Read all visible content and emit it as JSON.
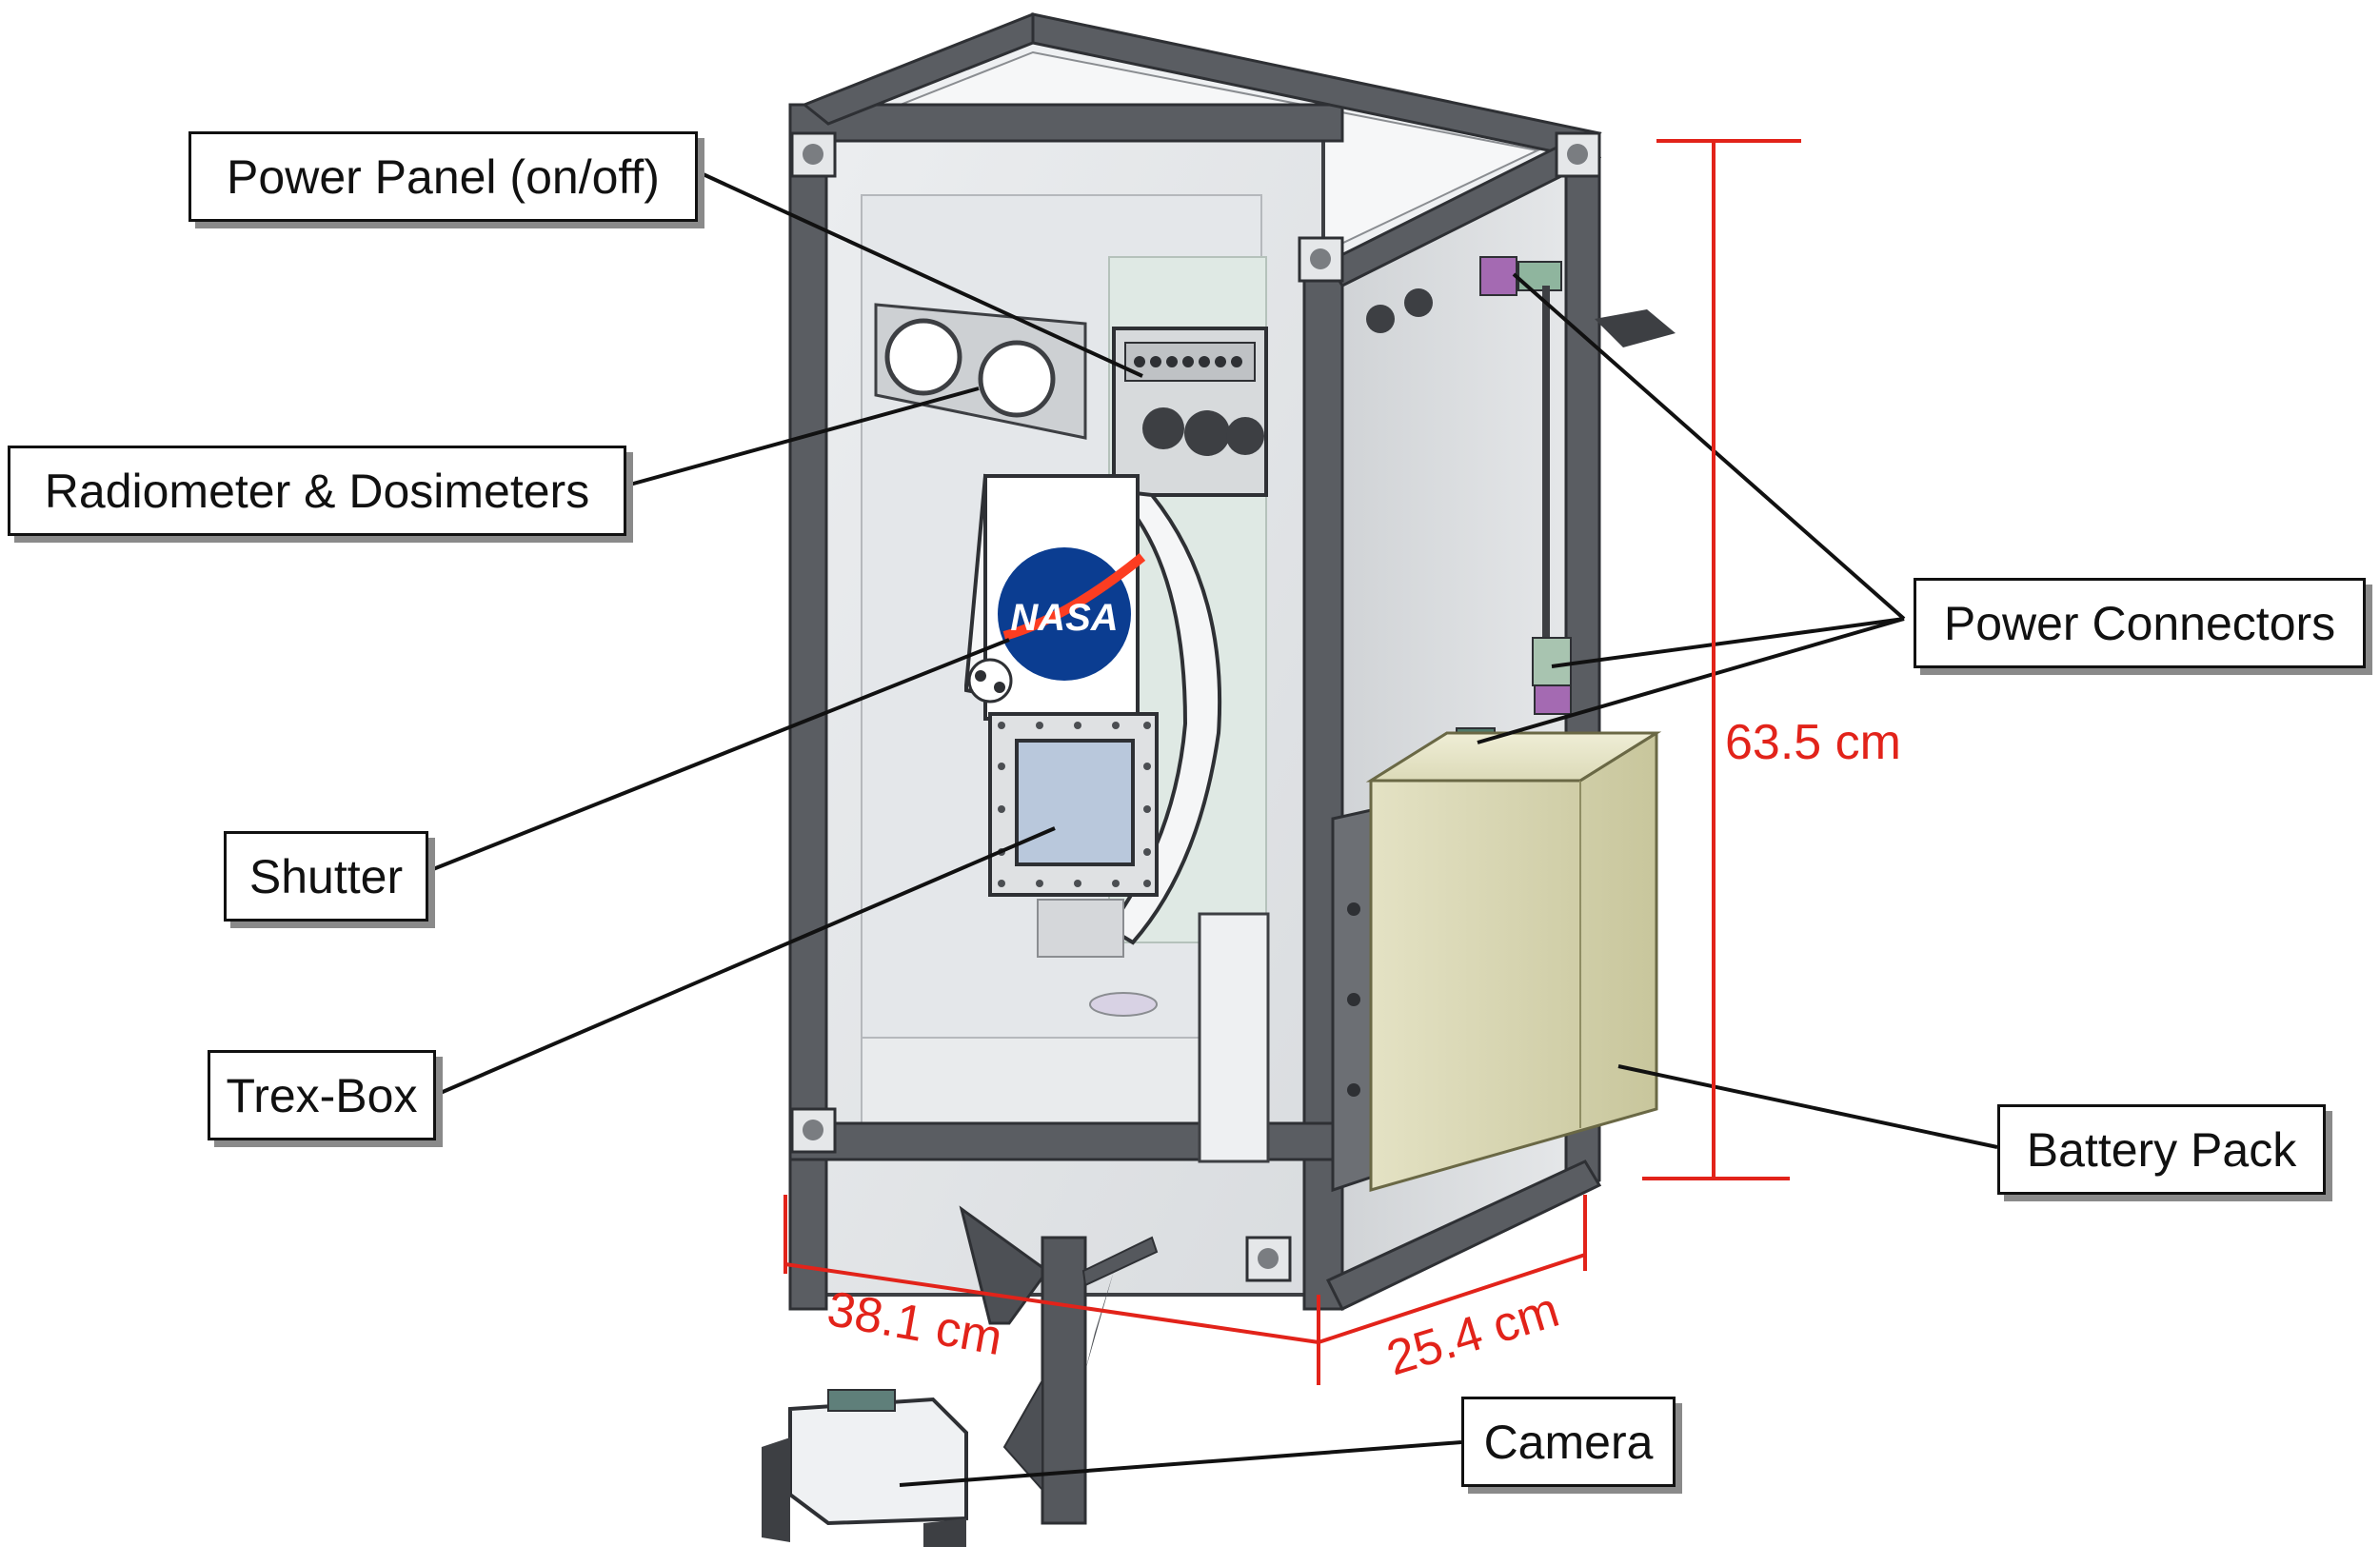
{
  "callouts": {
    "power_panel": "Power Panel (on/off)",
    "radiometer": "Radiometer & Dosimeters",
    "shutter": "Shutter",
    "trex_box": "Trex-Box",
    "power_connectors": "Power Connectors",
    "battery_pack": "Battery Pack",
    "camera": "Camera"
  },
  "dimensions": {
    "height": "63.5 cm",
    "width": "38.1 cm",
    "depth": "25.4 cm"
  },
  "logo_text": "NASA",
  "colors": {
    "dimension": "#e2231a",
    "frame": "#5a5d62",
    "battery": "#d9d7b3",
    "nasa_blue": "#0b3d91",
    "nasa_red": "#fc3d21"
  }
}
